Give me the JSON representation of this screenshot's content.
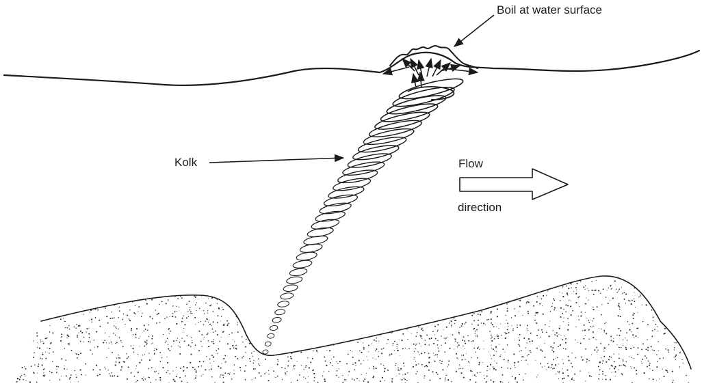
{
  "labels": {
    "boil": "Boil at water surface",
    "kolk": "Kolk",
    "flow": "Flow",
    "direction": "direction"
  },
  "colors": {
    "ink": "#1a1a1a",
    "sand_dot": "#2a2a2a",
    "background": "#ffffff"
  }
}
